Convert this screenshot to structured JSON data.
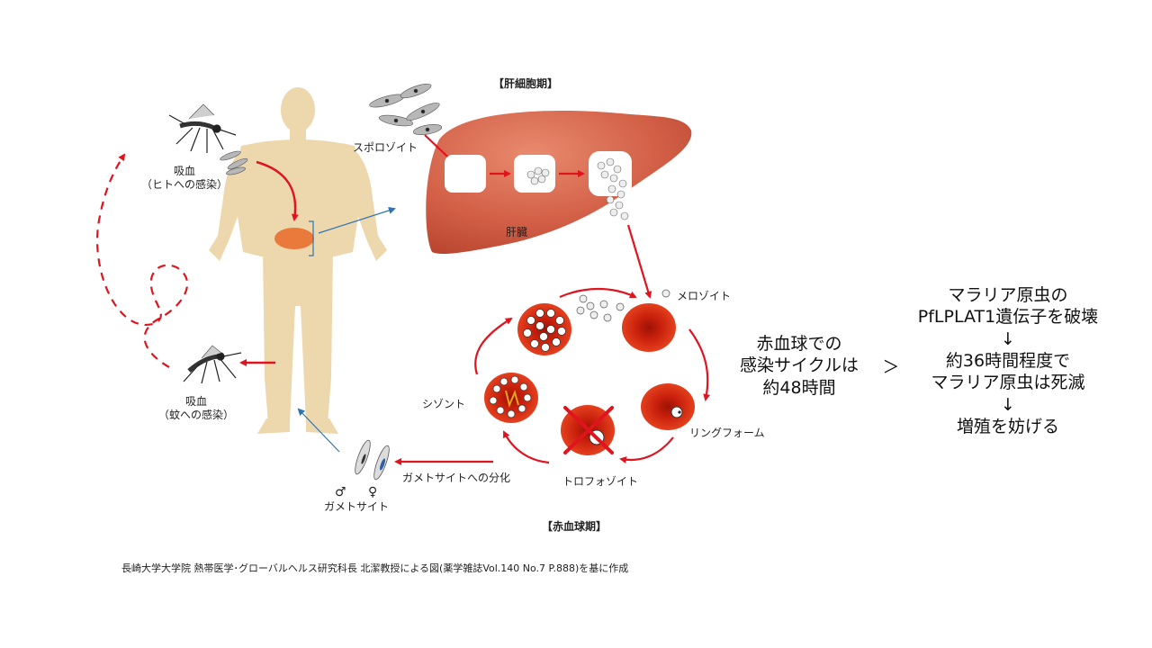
{
  "labels": {
    "liver_stage_title": "【肝細胞期】",
    "sporozoite": "スポロゾイト",
    "liver": "肝臓",
    "blood_meal_human_line1": "吸血",
    "blood_meal_human_line2": "（ヒトへの感染）",
    "blood_meal_mosquito_line1": "吸血",
    "blood_meal_mosquito_line2": "（蚊への感染）",
    "merozoite": "メロゾイト",
    "schizont": "シゾント",
    "ring_form": "リングフォーム",
    "trophozoite": "トロフォゾイト",
    "gametocyte_differentiation": "ガメトサイトへの分化",
    "male_symbol": "♂",
    "female_symbol": "♀",
    "gametocyte": "ガメトサイト",
    "rbc_stage_title": "【赤血球期】"
  },
  "side_text": {
    "cycle_line1": "赤血球での",
    "cycle_line2": "感染サイクルは",
    "cycle_line3": "約48時間",
    "compare": "＞",
    "result_line1": "マラリア原虫の",
    "result_line2": "PfLPLAT1遺伝子を破壊",
    "arrow1": "↓",
    "result_line3": "約36時間程度で",
    "result_line4": "マラリア原虫は死滅",
    "arrow2": "↓",
    "result_line5": "増殖を妨げる"
  },
  "credit": "長崎大学大学院 熱帯医学･グローバルヘルス研究科長 北潔教授による図(薬学雑誌Vol.140 No.7 P.888)を基に作成",
  "colors": {
    "arrow_red": "#e0141e",
    "arrow_blue": "#2e74b5",
    "rbc": "#d42a10",
    "liver": "#d25f46",
    "body": "#edd7ad"
  }
}
